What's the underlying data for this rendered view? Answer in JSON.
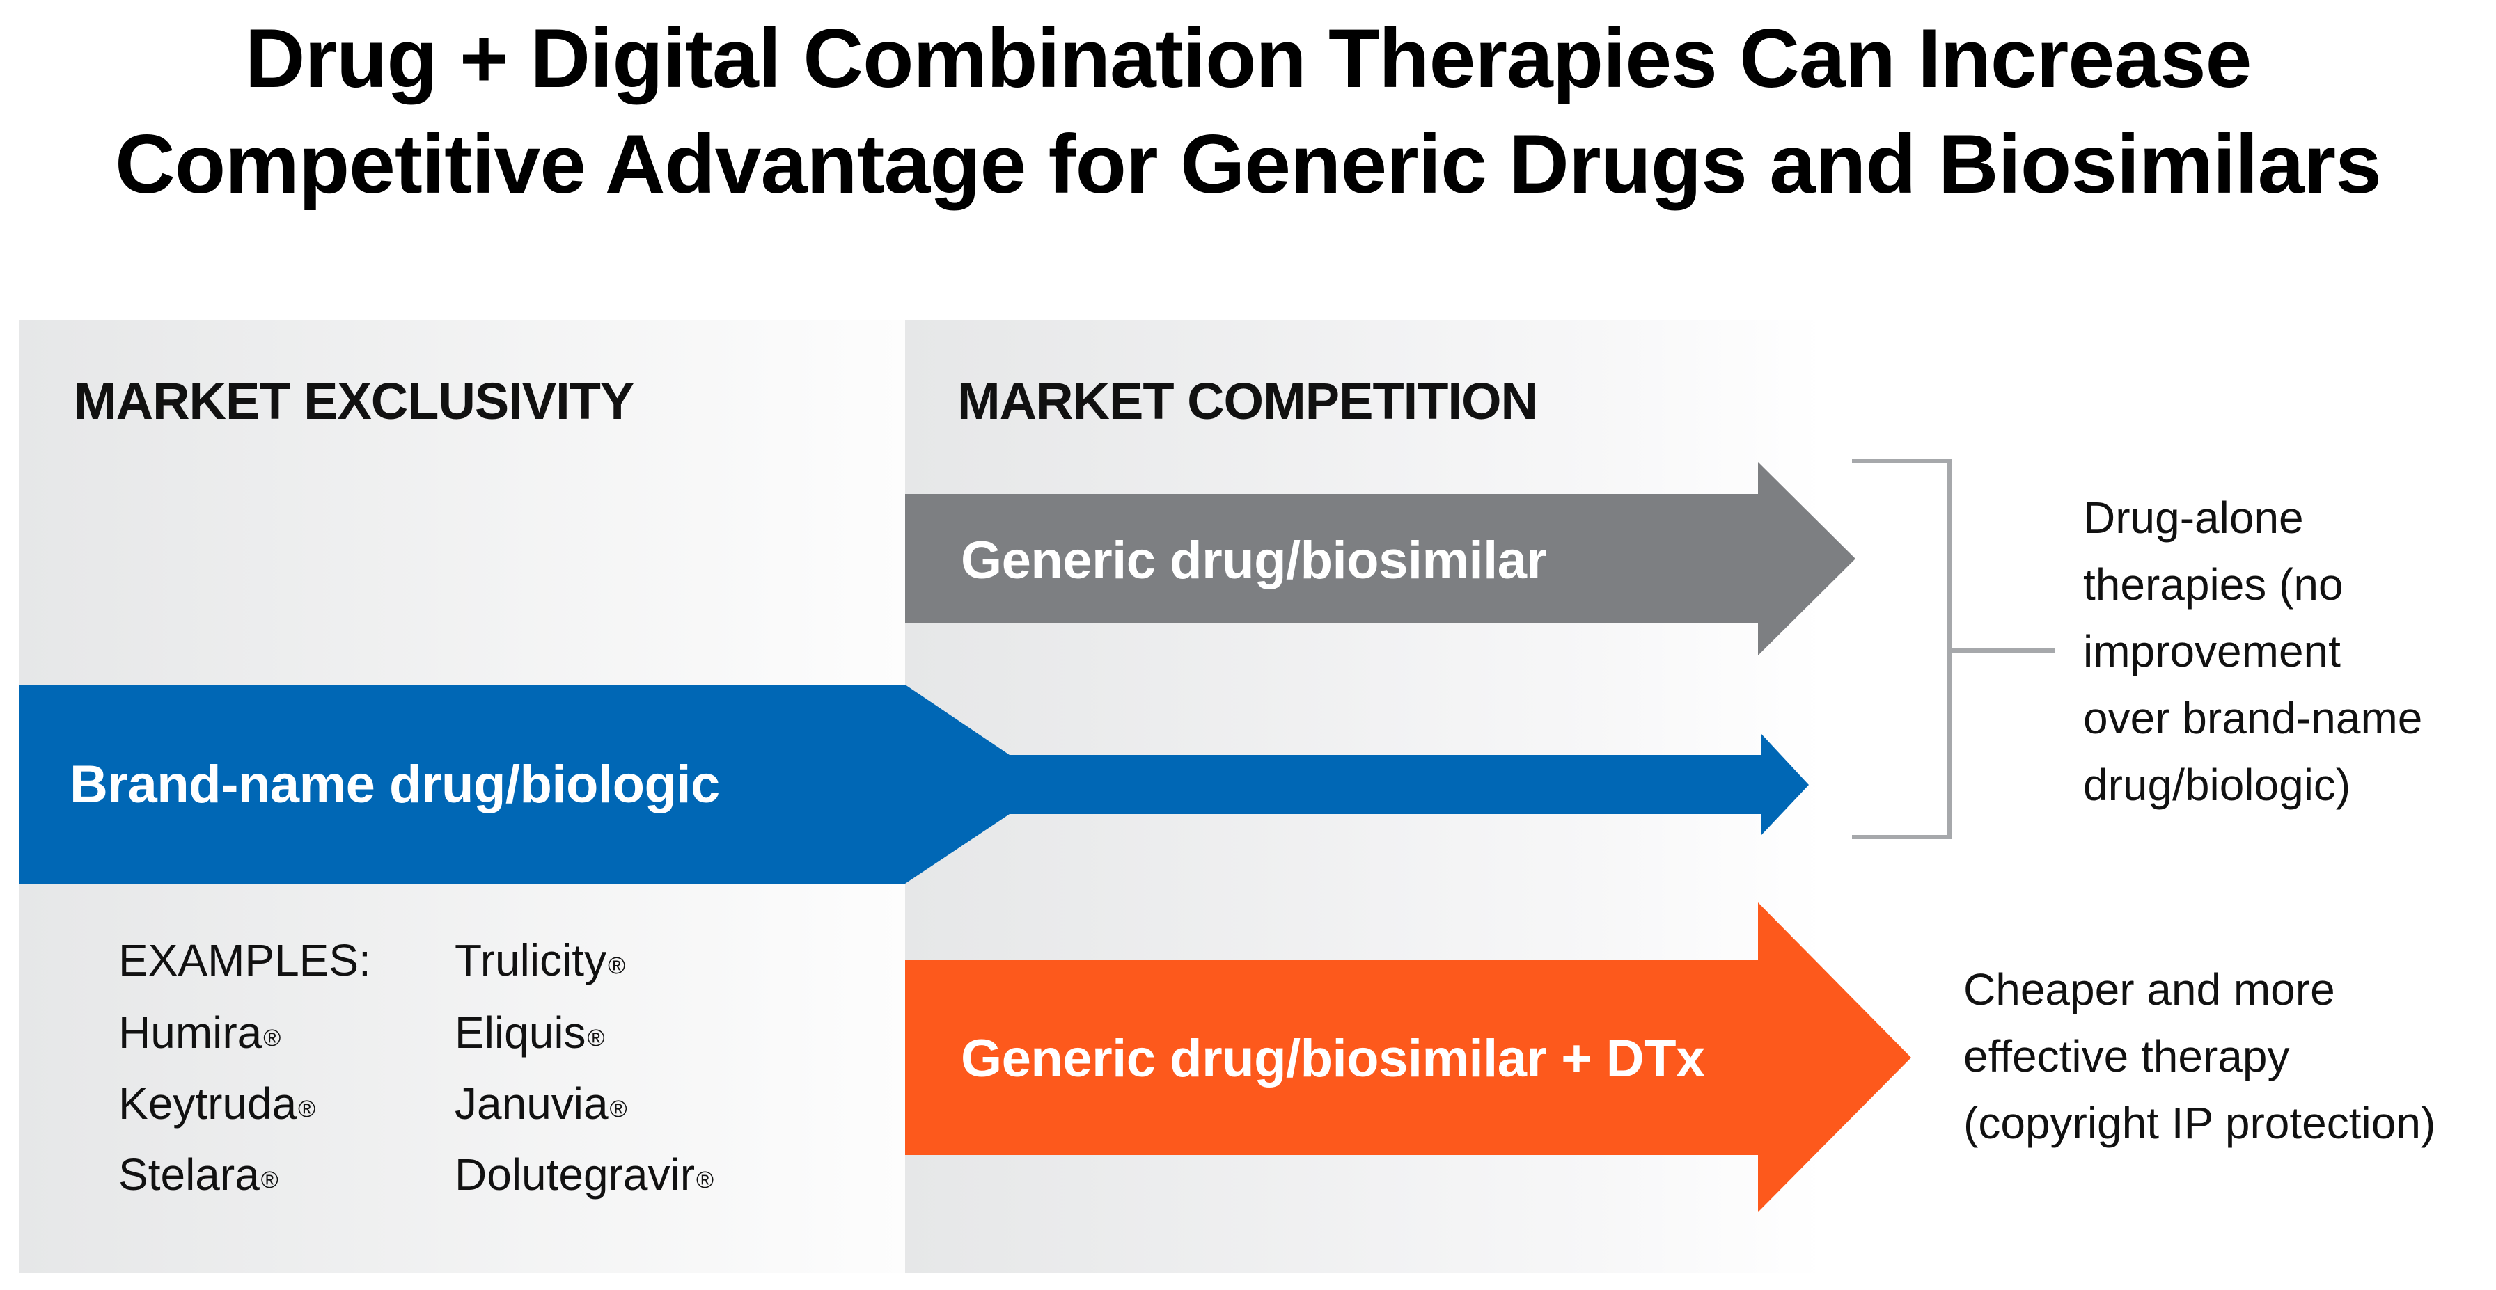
{
  "title": {
    "line1": "Drug + Digital Combination Therapies Can Increase",
    "line2": "Competitive Advantage for Generic Drugs and Biosimilars"
  },
  "sections": {
    "left_heading": "MARKET EXCLUSIVITY",
    "right_heading": "MARKET COMPETITION"
  },
  "arrows": {
    "generic": "Generic drug/biosimilar",
    "brand": "Brand-name drug/biologic",
    "generic_dtx": "Generic drug/biosimilar + DTx"
  },
  "examples": {
    "label": "EXAMPLES:",
    "col1": [
      "Humira",
      "Keytruda",
      "Stelara"
    ],
    "col2": [
      "Trulicity",
      "Eliquis",
      "Januvia",
      "Dolutegravir"
    ],
    "registered_mark": "®"
  },
  "notes": {
    "drug_alone": [
      "Drug-alone",
      "therapies (no",
      "improvement",
      "over brand-name",
      "drug/biologic)"
    ],
    "combo": [
      "Cheaper and more",
      "effective therapy",
      "(copyright IP protection)"
    ]
  },
  "colors": {
    "brand_blue": "#0067b5",
    "generic_gray": "#7d7f82",
    "dtx_orange": "#fd591c",
    "bracket_gray": "#a6a8ab",
    "panel_gray": "#e6e7e8"
  }
}
